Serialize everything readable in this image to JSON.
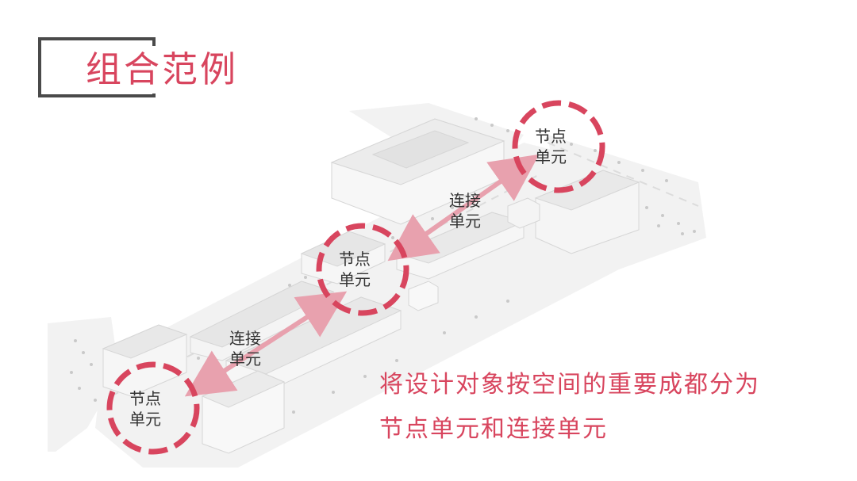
{
  "header": {
    "title": "组合范例"
  },
  "diagram": {
    "nodes": [
      {
        "line1": "节点",
        "line2": "单元"
      },
      {
        "line1": "节点",
        "line2": "单元"
      },
      {
        "line1": "节点",
        "line2": "单元"
      }
    ],
    "connectors": [
      {
        "line1": "连接",
        "line2": "单元"
      },
      {
        "line1": "连接",
        "line2": "单元"
      }
    ]
  },
  "caption": {
    "line1": "将设计对象按空间的重要成都分为",
    "line2": "节点单元和连接单元"
  },
  "colors": {
    "accent": "#d8455e",
    "arrow": "#e8a1ae",
    "frame": "#4a4a4a",
    "text": "#333333"
  }
}
